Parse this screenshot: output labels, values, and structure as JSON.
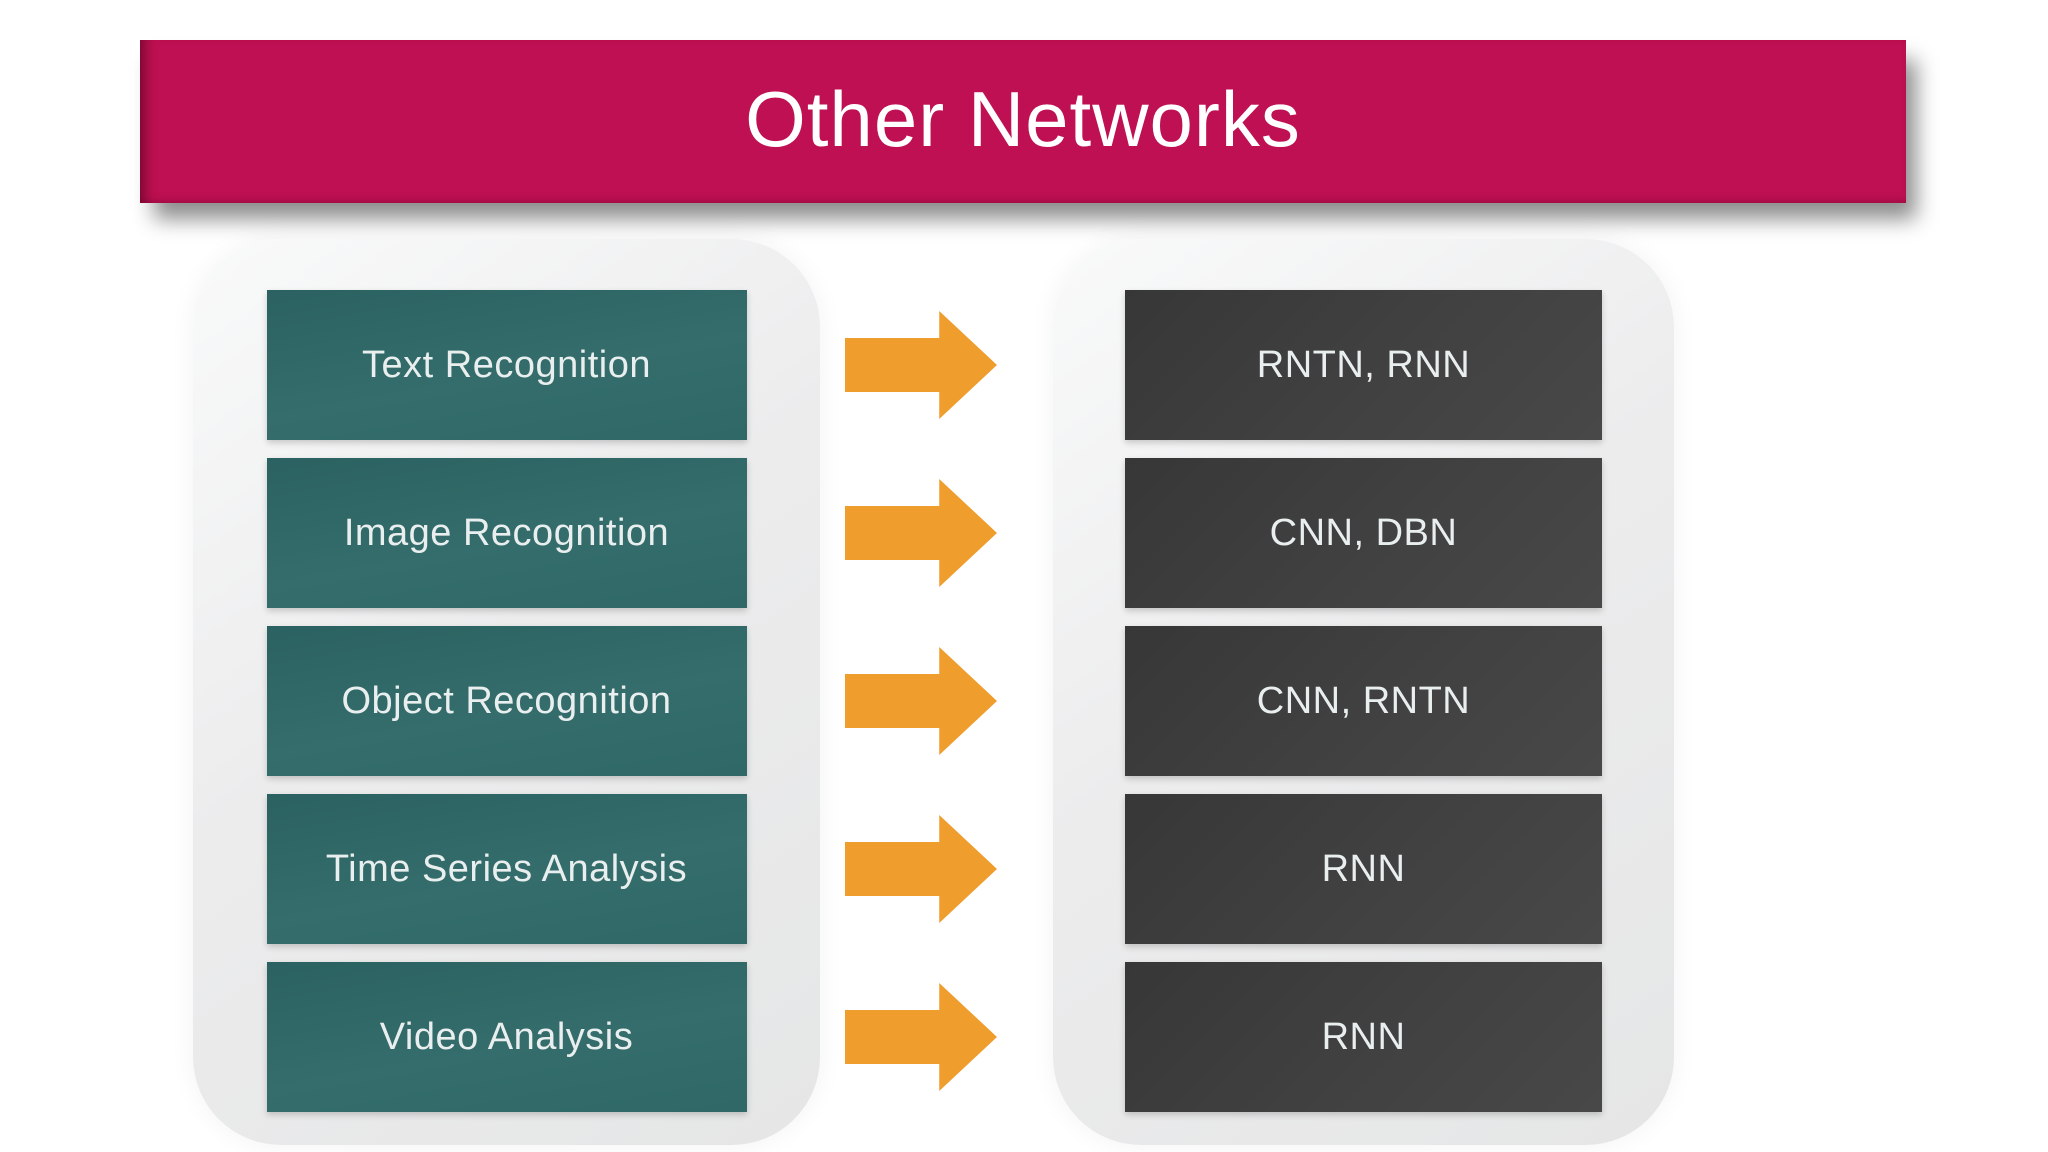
{
  "title": "Other Networks",
  "colors": {
    "banner-color": "#be1052",
    "task-box-color": "#2f6867",
    "network-box-color": "#3f3f3f",
    "arrow-color": "#ef9d2d",
    "panel-color": "#ebecec",
    "text-color": "#e9eeee"
  },
  "rows": [
    {
      "task": "Text Recognition",
      "networks": "RNTN, RNN"
    },
    {
      "task": "Image Recognition",
      "networks": "CNN, DBN"
    },
    {
      "task": "Object Recognition",
      "networks": "CNN, RNTN"
    },
    {
      "task": "Time Series Analysis",
      "networks": "RNN"
    },
    {
      "task": "Video Analysis",
      "networks": "RNN"
    }
  ]
}
